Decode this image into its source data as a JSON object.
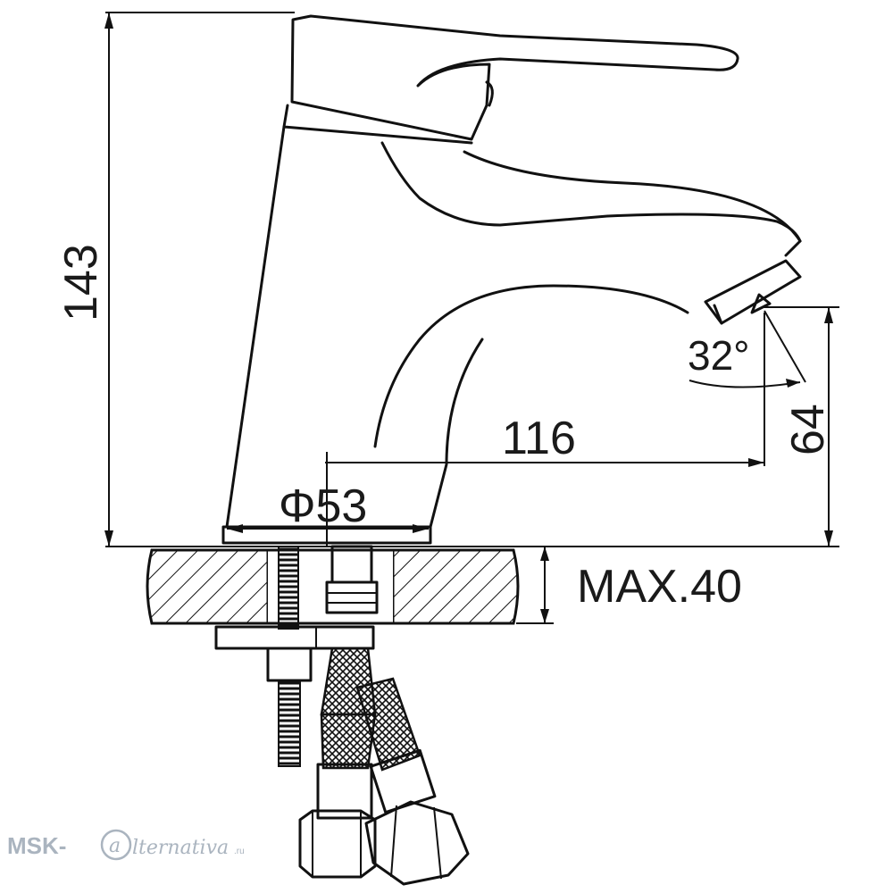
{
  "dimensions": {
    "height_total": "143",
    "spout_reach": "116",
    "spout_height": "64",
    "base_diameter": "Φ53",
    "max_countertop": "MAX.40",
    "spout_angle": "32°"
  },
  "watermark": {
    "prefix": "MSK-",
    "script": "lternativa",
    "suffix": ".ru"
  },
  "colors": {
    "line": "#111111",
    "watermark": "#aab4bf"
  }
}
